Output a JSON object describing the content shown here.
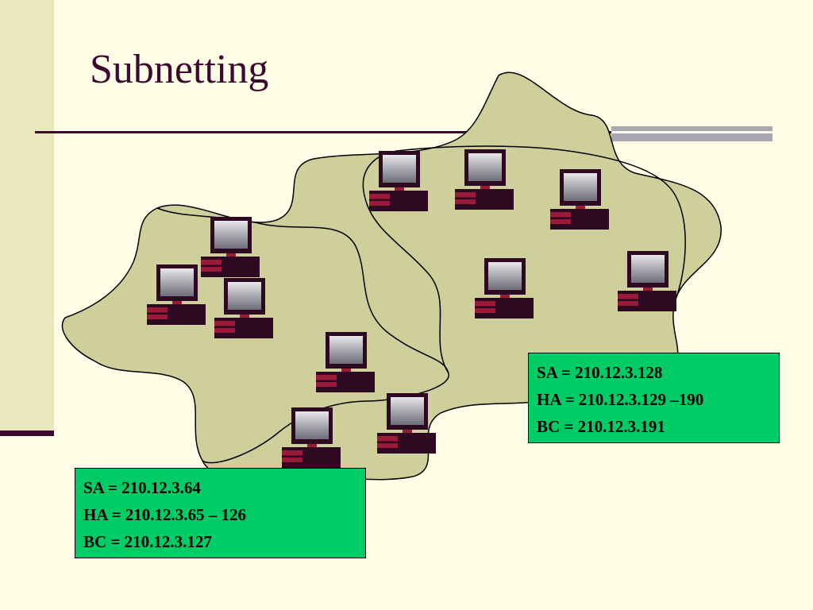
{
  "slide": {
    "title": "Subnetting"
  },
  "subnet_boxes": [
    {
      "lines": [
        "SA = 210.12.3.128",
        "HA = 210.12.3.129 –190",
        "BC = 210.12.3.191"
      ]
    },
    {
      "lines": [
        "SA = 210.12.3.64",
        "HA = 210.12.3.65 – 126",
        "BC = 210.12.3.127"
      ]
    }
  ],
  "colors": {
    "background": "#FFFDE6",
    "accent_band": "#E9E8BD",
    "title_text": "#3B0A2E",
    "cloud_fill": "#CFCF9C",
    "info_box_fill": "#00CC66",
    "computer_body": "#2E0A22",
    "computer_drive": "#9A1A3A"
  },
  "icons": {
    "computer": "desktop-computer-icon"
  }
}
